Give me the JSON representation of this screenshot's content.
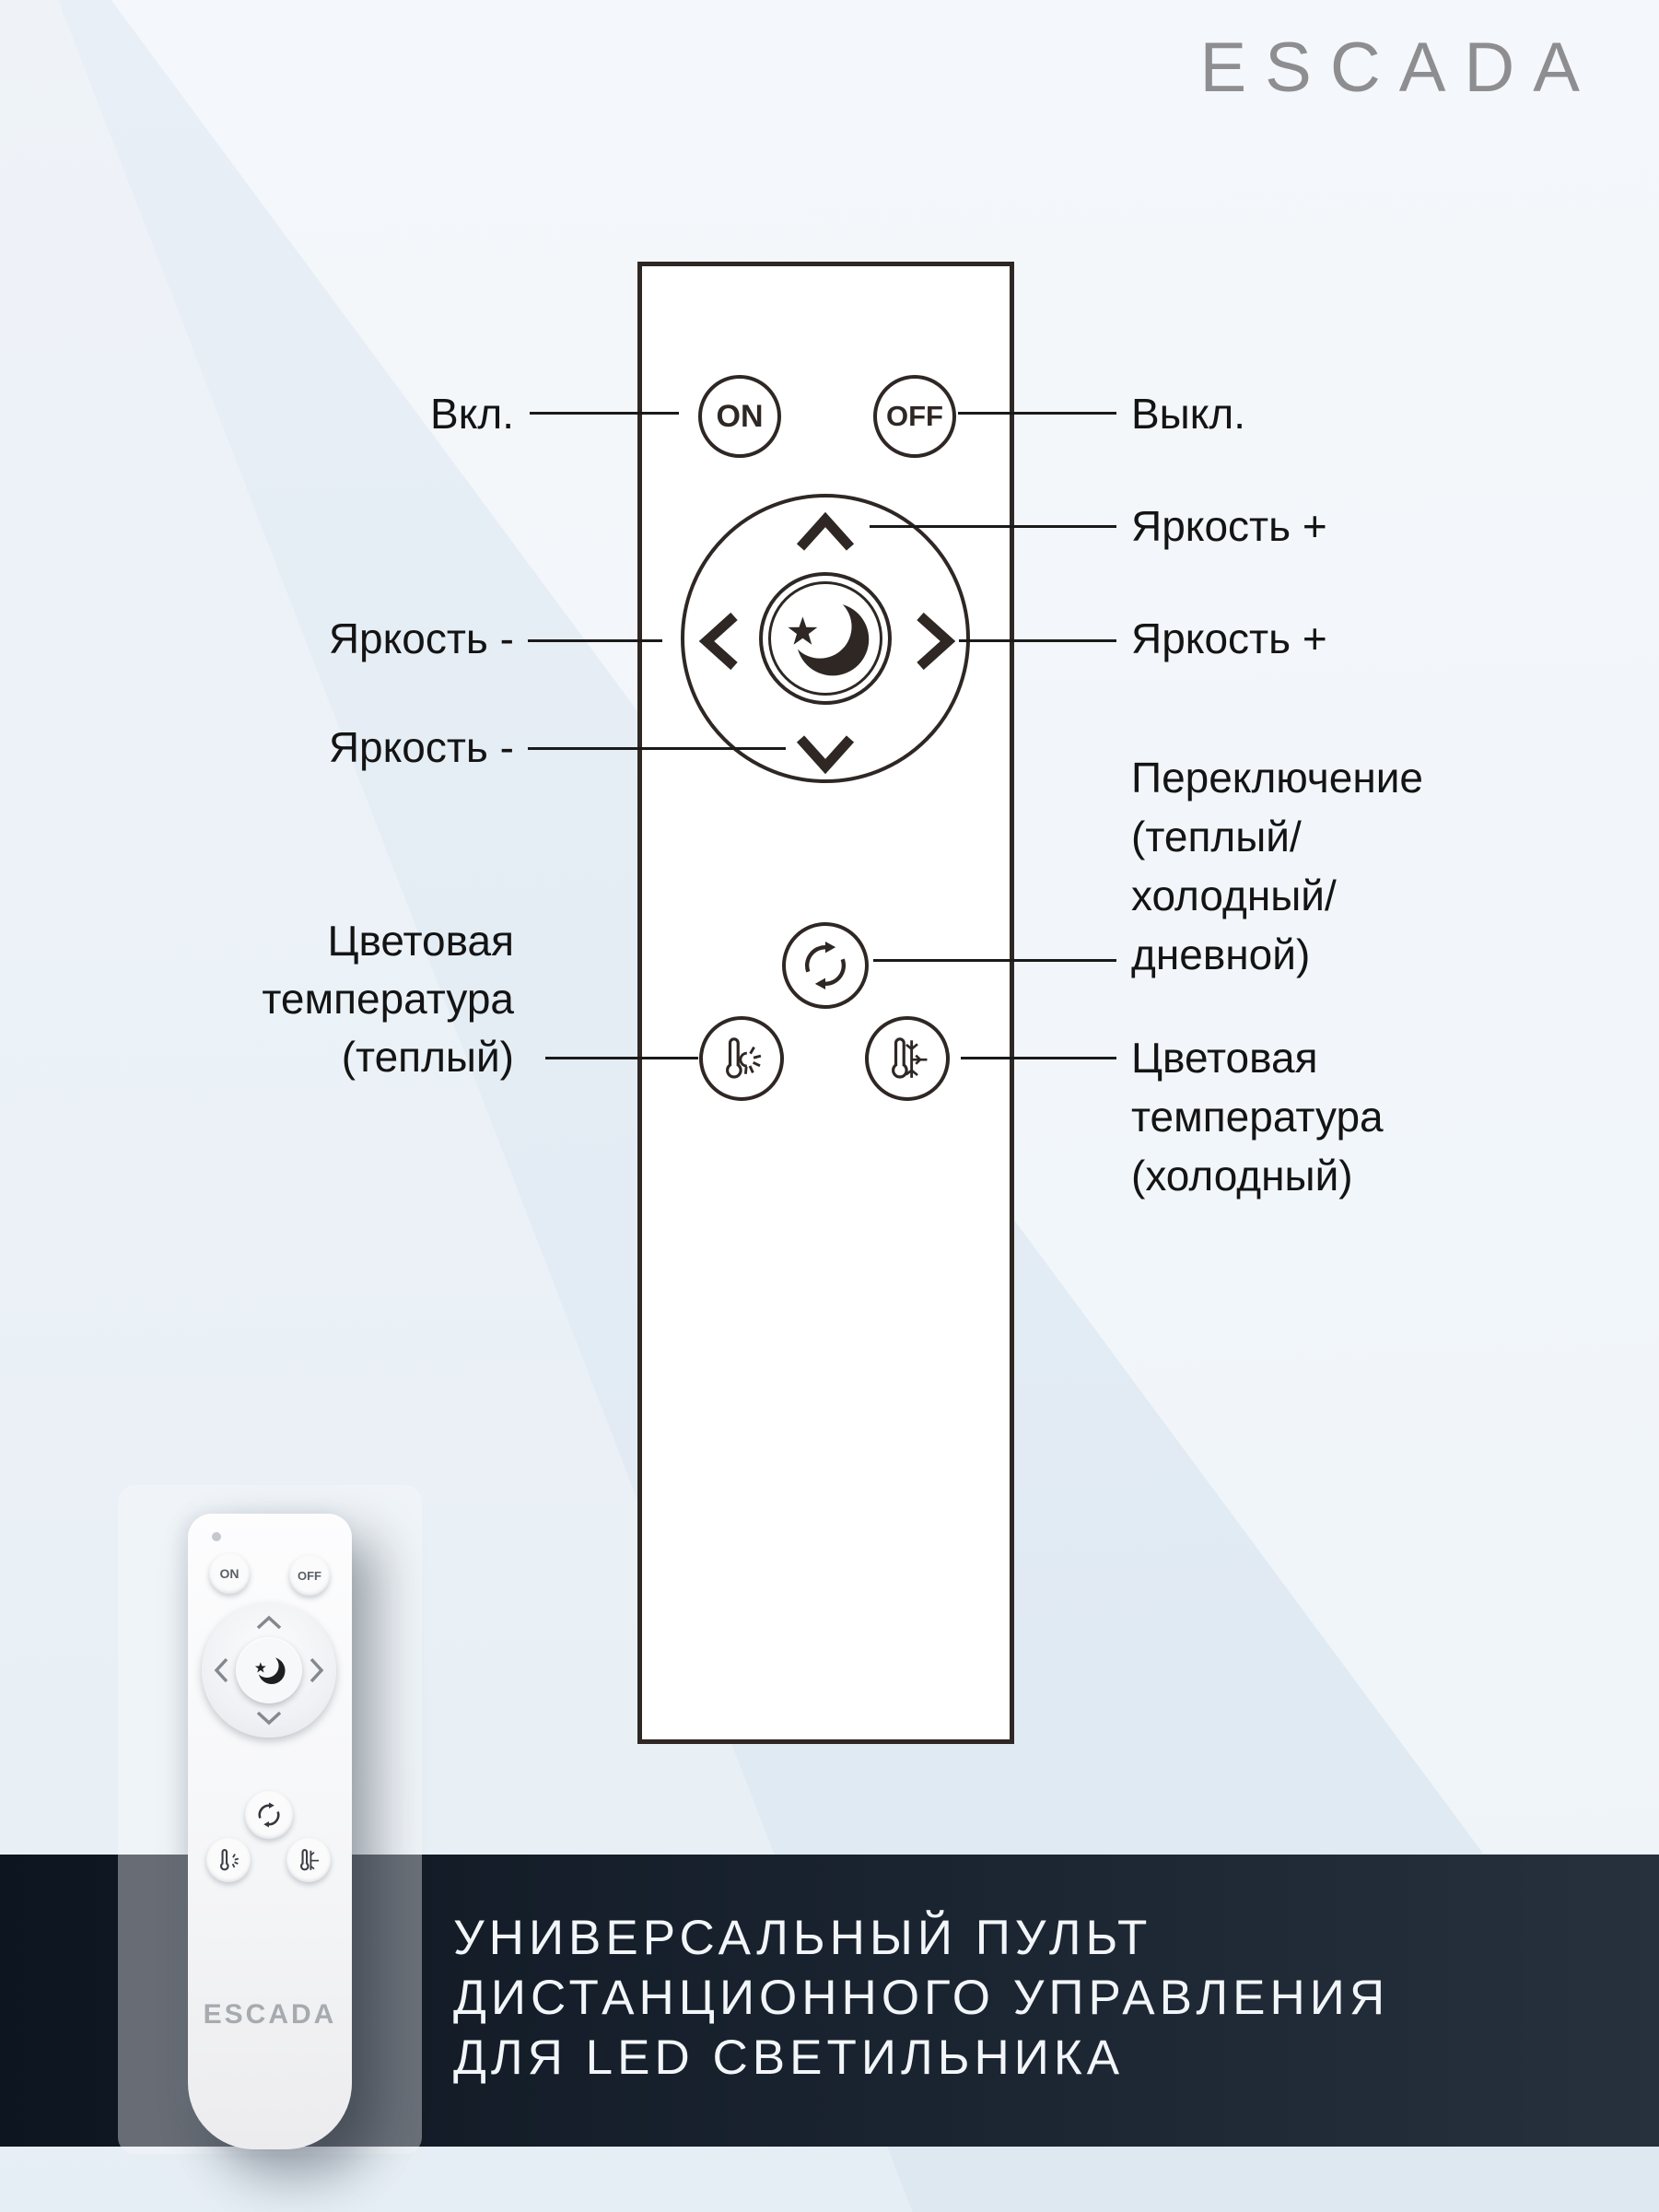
{
  "logo": "ESCADA",
  "diagram": {
    "on_button": "ON",
    "off_button": "OFF",
    "labels": {
      "on": "Вкл.",
      "off": "Выкл.",
      "brightness_plus_top": "Яркость +",
      "brightness_plus_right": "Яркость +",
      "brightness_minus_left": "Яркость -",
      "brightness_minus_bottom": "Яркость -",
      "mode_switch": [
        "Переключение",
        "(теплый/",
        "холодный/",
        "дневной)"
      ],
      "color_temp_warm": [
        "Цветовая",
        "температура",
        "(теплый)"
      ],
      "color_temp_cold": [
        "Цветовая",
        "температура",
        "(холодный)"
      ]
    }
  },
  "photo_remote": {
    "on_button": "ON",
    "off_button": "OFF",
    "brand": "ESCADA"
  },
  "banner": {
    "lines": [
      "УНИВЕРСАЛЬНЫЙ  ПУЛЬТ",
      "ДИСТАНЦИОННОГО УПРАВЛЕНИЯ",
      "ДЛЯ LED  СВЕТИЛЬНИКА"
    ]
  },
  "colors": {
    "diagram_line": "#2e2724",
    "label_text": "#141414",
    "banner_bg_left": "#0d1520",
    "banner_bg_right": "#27303d",
    "banner_text": "#f3f6f9",
    "logo_gray": "#8e8e90"
  }
}
